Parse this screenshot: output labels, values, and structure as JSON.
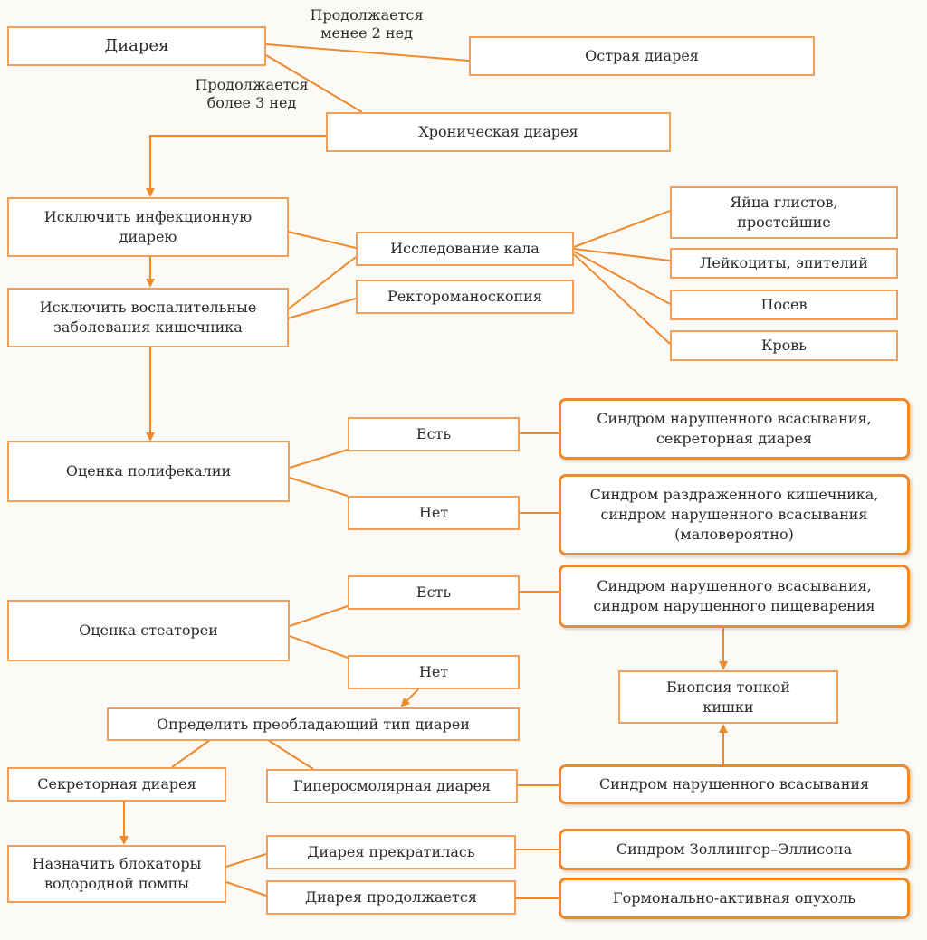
{
  "diagram": {
    "diarrhea": "Диарея",
    "acute_diarrhea": "Острая диарея",
    "chronic_diarrhea": "Хроническая диарея",
    "edge_less_2_weeks": "Продолжается\nменее 2 нед",
    "edge_more_3_weeks": "Продолжается\nболее 3 нед",
    "exclude_infectious": "Исключить инфекционную\nдиарею",
    "exclude_inflammatory": "Исключить воспалительные\nзаболевания кишечника",
    "stool_exam": "Исследование кала",
    "rectoscopy": "Ректороманоскопия",
    "helminth_eggs": "Яйца глистов,\nпростейшие",
    "leukocytes": "Лейкоциты, эпителий",
    "culture": "Посев",
    "blood": "Кровь",
    "polyfecalia": "Оценка полифекалии",
    "poly_yes": "Есть",
    "poly_no": "Нет",
    "poly_yes_result": "Синдром нарушенного всасывания,\nсекреторная диарея",
    "poly_no_result": "Синдром раздраженного кишечника,\nсиндром нарушенного всасывания\n(маловероятно)",
    "steatorrhea": "Оценка стеатореи",
    "steat_yes": "Есть",
    "steat_no": "Нет",
    "steat_yes_result": "Синдром нарушенного всасывания,\nсиндром нарушенного пищеварения",
    "biopsy": "Биопсия тонкой\nкишки",
    "determine_type": "Определить преобладающий тип диареи",
    "secretory": "Секреторная диарея",
    "hyperosmolar": "Гиперосмолярная диарея",
    "malabsorption": "Синдром нарушенного всасывания",
    "ppi": "Назначить блокаторы\nводородной помпы",
    "stopped": "Диарея прекратилась",
    "continues": "Диарея продолжается",
    "zollinger": "Синдром Золлингер–Эллисона",
    "tumor": "Гормонально-активная опухоль"
  }
}
